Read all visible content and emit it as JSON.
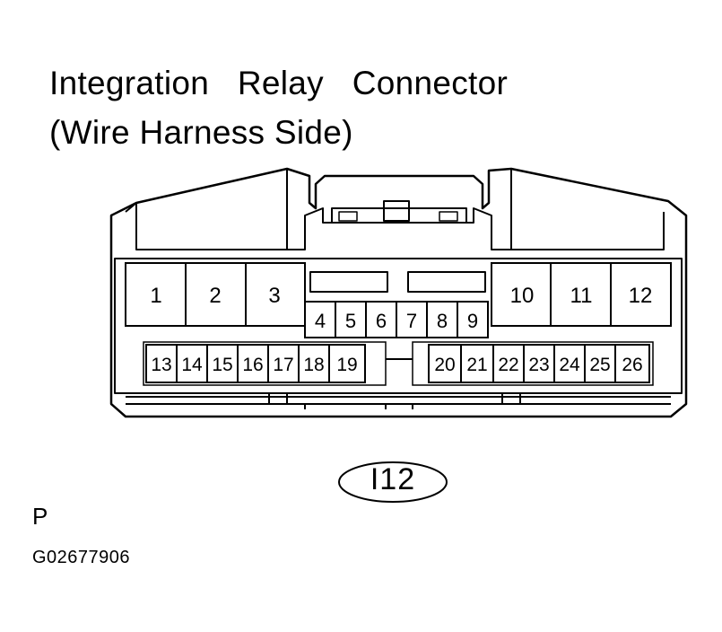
{
  "title": {
    "line1": "Integration   Relay   Connector",
    "line2": "(Wire Harness Side)"
  },
  "connector": {
    "code": "I12",
    "upper_pins": [
      "1",
      "2",
      "3",
      "10",
      "11",
      "12"
    ],
    "middle_pins": [
      "4",
      "5",
      "6",
      "7",
      "8",
      "9"
    ],
    "lower_pins": [
      "13",
      "14",
      "15",
      "16",
      "17",
      "18",
      "19",
      "20",
      "21",
      "22",
      "23",
      "24",
      "25",
      "26"
    ]
  },
  "side_letter": "P",
  "figure_id": "G02677906"
}
